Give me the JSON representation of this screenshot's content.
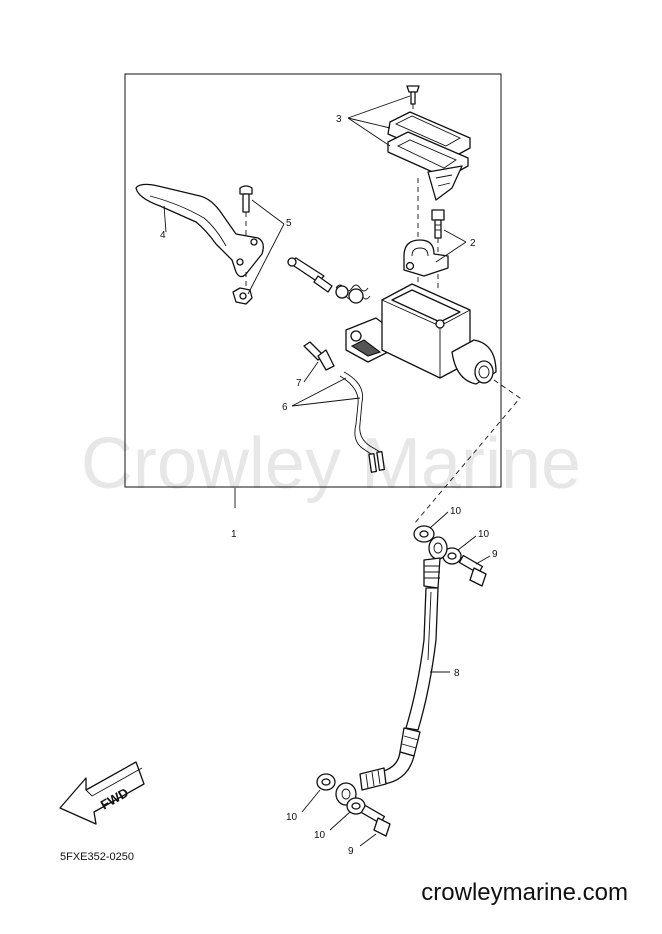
{
  "watermark": "Crowley Marine",
  "website": "crowleymarine.com",
  "drawing_code": "5FXE352-0250",
  "forward_label": "FWD",
  "callouts": {
    "c1": "1",
    "c2": "2",
    "c3": "3",
    "c4": "4",
    "c5": "5",
    "c6": "6",
    "c7": "7",
    "c8": "8",
    "c9a": "9",
    "c9b": "9",
    "c10a": "10",
    "c10b": "10",
    "c10c": "10",
    "c10d": "10"
  },
  "icons": {
    "forward_arrow": "fwd-arrow-icon"
  },
  "colors": {
    "line": "#111111",
    "watermark": "#e7e7e7",
    "background": "#ffffff"
  }
}
